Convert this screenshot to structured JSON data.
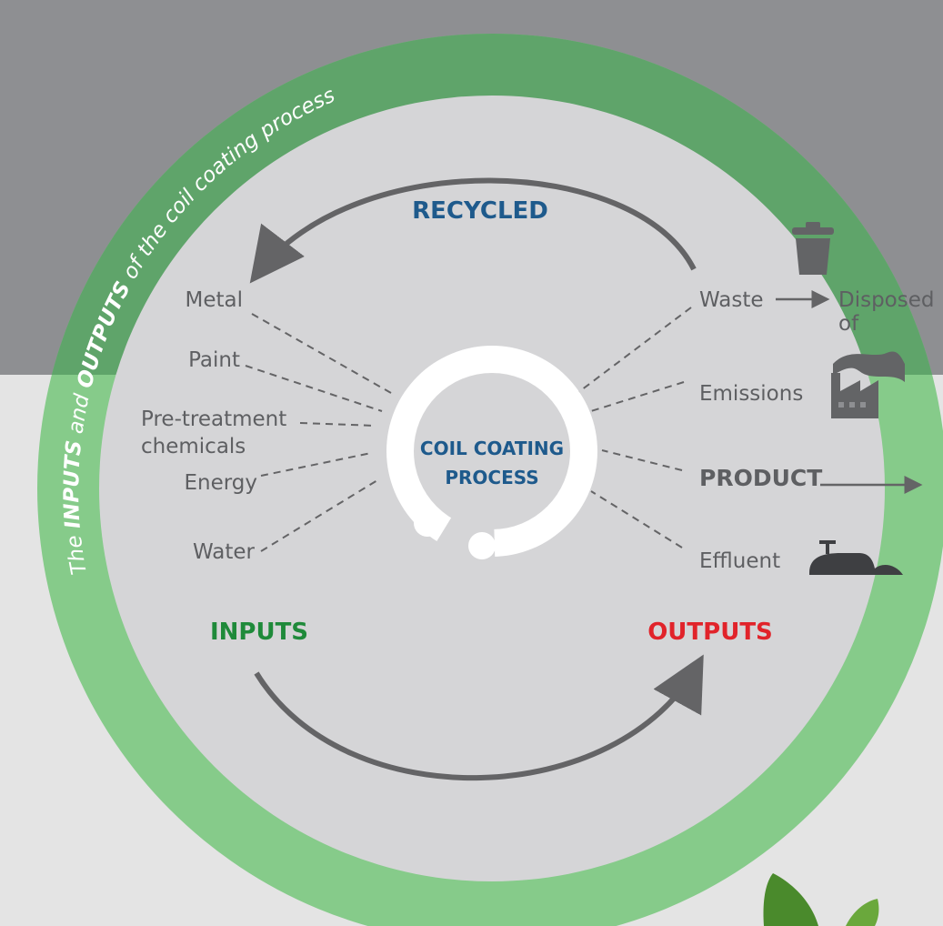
{
  "title": {
    "pre": "The ",
    "inputs_word": "INPUTS",
    "mid": " and ",
    "outputs_word": "OUTPUTS",
    "post": " of the coil coating process"
  },
  "center": {
    "line1": "COIL COATING",
    "line2": "PROCESS"
  },
  "labels": {
    "recycled": "RECYCLED",
    "inputs": "INPUTS",
    "outputs": "OUTPUTS"
  },
  "inputs": {
    "metal": "Metal",
    "paint": "Paint",
    "pretreatment_1": "Pre-treatment",
    "pretreatment_2": "chemicals",
    "energy": "Energy",
    "water": "Water"
  },
  "outputs": {
    "waste": "Waste",
    "disposed_1": "Disposed",
    "disposed_2": "of",
    "emissions": "Emissions",
    "product": "PRODUCT",
    "effluent": "Effluent"
  },
  "icons": {
    "waste_bin": "trash-bin-icon",
    "factory": "factory-icon",
    "pipe": "pipe-outlet-icon",
    "leaf": "leaf-icon"
  },
  "colors": {
    "ring_green": "#5fb46b",
    "ring_green_dark": "#3d9450",
    "inner_disc": "#d5d5d7",
    "gray_band": "#8e8f92",
    "recycled_blue": "#1e5a8c",
    "inputs_green": "#1f8a3a",
    "outputs_red": "#e1232a",
    "arrow_gray": "#646466",
    "text_gray": "#5e5f62"
  }
}
